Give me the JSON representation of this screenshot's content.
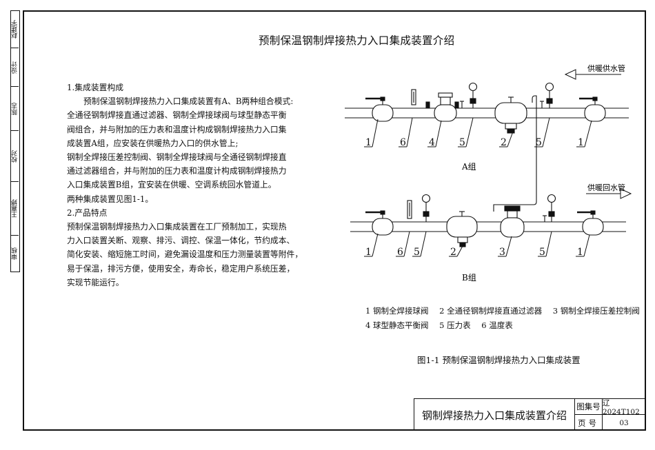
{
  "page": {
    "title": "预制保温钢制焊接热力入口集成装置介绍"
  },
  "side_strip": {
    "cells": [
      "审核",
      "王嘉婷",
      "校对",
      "陈志",
      "设计",
      "赵建宇"
    ]
  },
  "section1": {
    "heading": "1.集成装置构成",
    "lines": [
      "预制保温钢制焊接热力入口集成装置有A、B两种组合模式:",
      "全通径钢制焊接直通过滤器、钢制全焊接球阀与球型静态平衡",
      "阀组合，并与附加的压力表和温度计构成钢制焊接热力入口集",
      "成装置A组，应安装在供暖热力入口的供水管上;",
      "钢制全焊接压差控制阀、钢制全焊接球阀与全通径钢制焊接直",
      "通过滤器组合，并与附加的压力表和温度计构成钢制焊接热力",
      "入口集成装置B组，宜安装在供暖、空调系统回水管道上。",
      "两种集成装置见图1-1。"
    ]
  },
  "section2": {
    "heading": "2.产品特点",
    "lines": [
      "预制保温钢制焊接热力入口集成装置在工厂预制加工，实现热",
      "力入口装置关断、观察、排污、调控、保温一体化，节约成本、",
      "简化安装、缩短施工时间，避免漏设温度和压力测量装置等附件，",
      "易于保温，排污方便，使用安全，寿命长，稳定用户系统压差，",
      "实现节能运行。"
    ]
  },
  "diagram": {
    "supply_label": "供暖供水管",
    "return_label": "供暖回水管",
    "group_a": {
      "label": "A组",
      "callouts": [
        "1",
        "6",
        "4",
        "5",
        "2",
        "5",
        "1"
      ]
    },
    "group_b": {
      "label": "B组",
      "callouts": [
        "1",
        "6",
        "5",
        "2",
        "3",
        "5",
        "1"
      ]
    }
  },
  "legend": {
    "row1": [
      "1 钢制全焊接球阀",
      "2 全通径钢制焊接直通过滤器",
      "3 钢制全焊接压差控制阀"
    ],
    "row2": [
      "4 球型静态平衡阀",
      "5 压力表",
      "6 温度表"
    ]
  },
  "figure_caption": "图1-1 预制保温钢制焊接热力入口集成装置",
  "title_block": {
    "main": "钢制焊接热力入口集成装置介绍",
    "atlas_label": "图集号",
    "atlas_value": "辽2024T102",
    "page_label": "页号",
    "page_value": "03"
  }
}
